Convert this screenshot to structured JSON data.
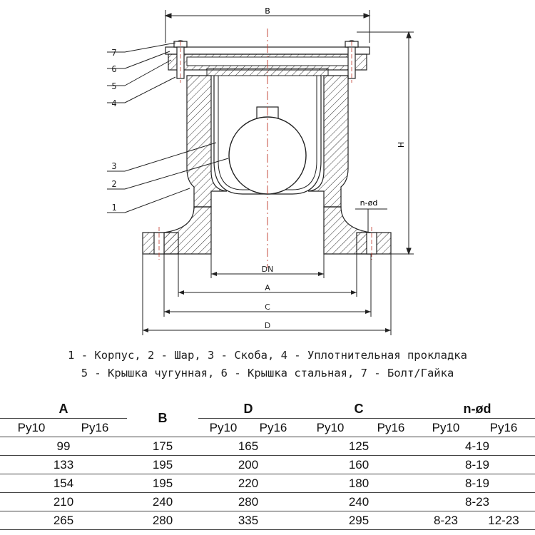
{
  "drawing": {
    "dimension_labels": {
      "B": "B",
      "H": "H",
      "DN": "DN",
      "A": "A",
      "C": "C",
      "D": "D",
      "n_od": "n-ød"
    },
    "callouts": [
      "7",
      "6",
      "5",
      "4",
      "3",
      "2",
      "1"
    ]
  },
  "legend": {
    "line1": "1 - Корпус, 2 - Шар, 3 - Скоба, 4 - Уплотнительная прокладка",
    "line2": "5 - Крышка чугунная, 6 - Крышка стальная, 7 - Болт/Гайка"
  },
  "table": {
    "groups": {
      "A": "A",
      "B": "B",
      "D": "D",
      "C": "C",
      "nod": "n-ød"
    },
    "subheaders": {
      "A": [
        "Ру10",
        "Ру16"
      ],
      "D": [
        "Ру10",
        "Ру16"
      ],
      "C": [
        "Ру10",
        "Ру16"
      ],
      "nod": [
        "Ру10",
        "Ру16"
      ]
    },
    "rows": [
      {
        "A": "99",
        "B": "175",
        "D": "165",
        "C": "125",
        "nod": "4-19"
      },
      {
        "A": "133",
        "B": "195",
        "D": "200",
        "C": "160",
        "nod": "8-19"
      },
      {
        "A": "154",
        "B": "195",
        "D": "220",
        "C": "180",
        "nod": "8-19"
      },
      {
        "A": "210",
        "B": "240",
        "D": "280",
        "C": "240",
        "nod": "8-23"
      },
      {
        "A": "265",
        "B": "280",
        "D": "335",
        "C": "295",
        "nod10": "8-23",
        "nod16": "12-23"
      }
    ]
  }
}
